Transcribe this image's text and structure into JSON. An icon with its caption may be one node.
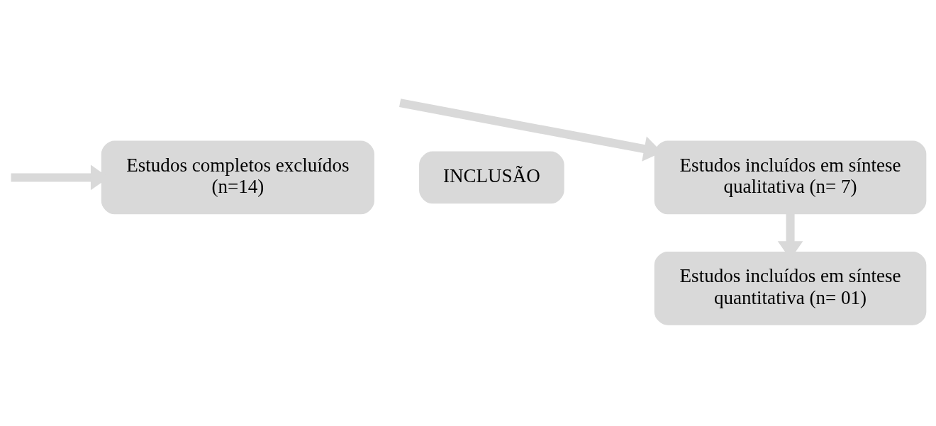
{
  "diagram": {
    "nodes": [
      {
        "text": [
          "Estudos completos excluídos (n=14)"
        ]
      },
      {
        "text": [
          "INCLUSÃO"
        ]
      },
      {
        "text": [
          "Estudos incluídos em síntese qualitativa (n= 7)"
        ]
      },
      {
        "text": [
          "Estudos incluídos em síntese quantitativa (n= 01)"
        ]
      }
    ],
    "edges": [
      {
        "from": null,
        "to": 0,
        "arrow": "to"
      },
      {
        "from": null,
        "to": 2,
        "arrow": "to"
      },
      {
        "from": 2,
        "to": 3,
        "arrow": "to"
      }
    ]
  }
}
